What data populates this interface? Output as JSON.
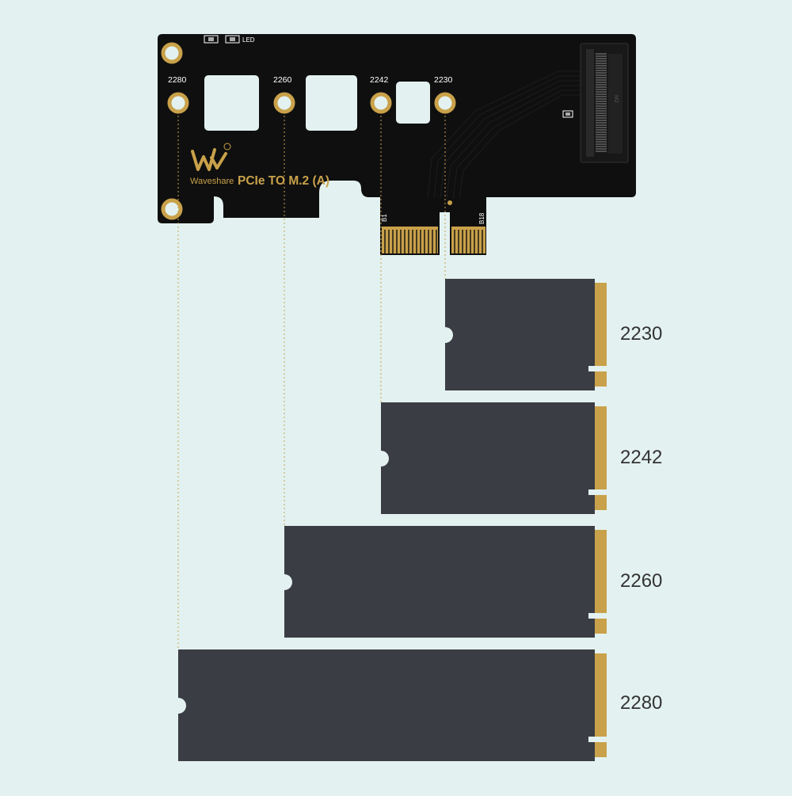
{
  "board": {
    "title": "PCIe TO M.2 (A)",
    "brand": "Waveshare",
    "led_label": "LED",
    "pin_first": "B1",
    "pin_last": "B18",
    "mount_labels": [
      "2280",
      "2260",
      "2242",
      "2230"
    ]
  },
  "modules": [
    {
      "label": "2230"
    },
    {
      "label": "2242"
    },
    {
      "label": "2260"
    },
    {
      "label": "2280"
    }
  ],
  "colors": {
    "background": "#e3f2f0",
    "pcb": "#0f0f0f",
    "gold": "#c9a14a",
    "module_body": "#3b3d44",
    "guide_line": "#c9a14a"
  }
}
